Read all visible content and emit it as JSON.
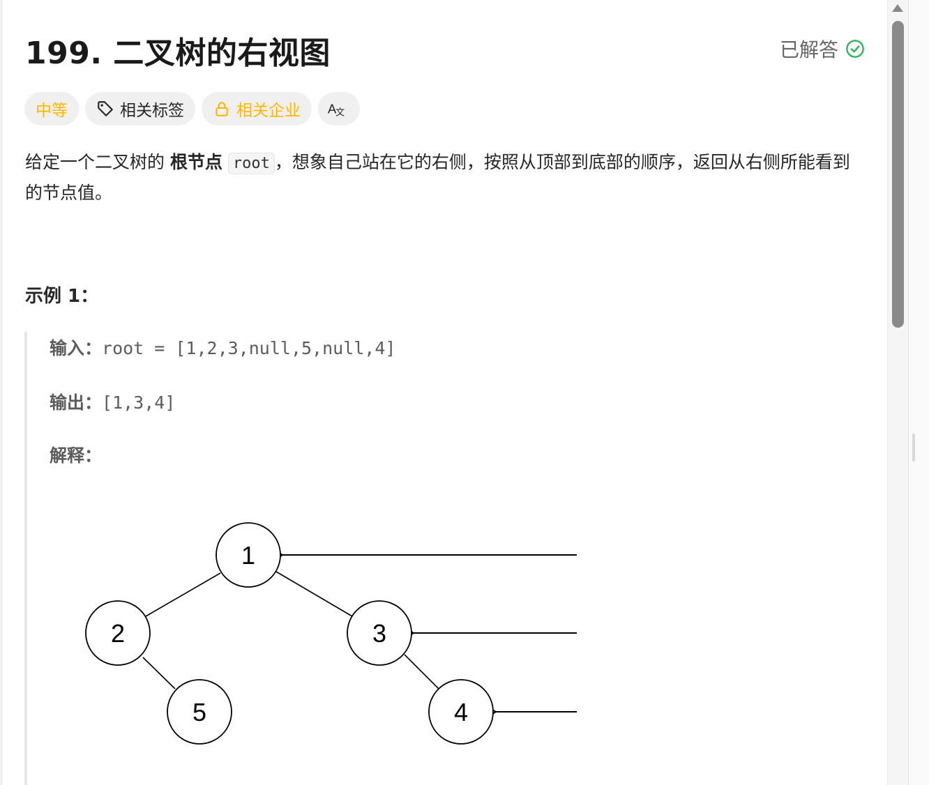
{
  "problem": {
    "title": "199. 二叉树的右视图",
    "status": "已解答",
    "tags": {
      "difficulty": "中等",
      "related_tags": "相关标签",
      "related_companies": "相关企业",
      "translate_icon": "translate-icon"
    },
    "description": {
      "part1": "给定一个二叉树的 ",
      "bold": "根节点",
      "code": "root",
      "part2": "，想象自己站在它的右侧，按照从顶部到底部的顺序，返回从右侧所能看到的节点值。"
    }
  },
  "example1": {
    "heading": "示例 1：",
    "input_label": "输入：",
    "input_value": "root = [1,2,3,null,5,null,4]",
    "output_label": "输出：",
    "output_value": "[1,3,4]",
    "explanation_label": "解释：",
    "tree_nodes": [
      "1",
      "2",
      "3",
      "5",
      "4"
    ]
  },
  "colors": {
    "accent_green": "#2db55d",
    "difficulty_medium": "#ffb800"
  }
}
